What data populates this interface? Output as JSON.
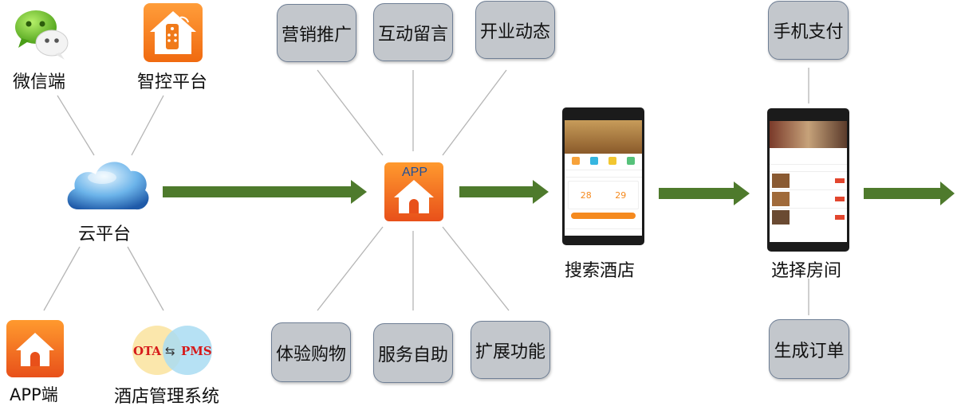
{
  "sources": {
    "wechat": "微信端",
    "smart_control": "智控平台",
    "cloud": "云平台",
    "app_end": "APP端",
    "hotel_mgmt": "酒店管理系统",
    "ota": "OTA",
    "pms": "PMS"
  },
  "app_hub": {
    "label": "APP",
    "features_top": [
      "营销推广",
      "互动留言",
      "开业动态"
    ],
    "features_bottom": [
      "体验购物",
      "服务自助",
      "扩展功能"
    ]
  },
  "flow": {
    "search_hotel": "搜索酒店",
    "choose_room": "选择房间",
    "mobile_pay": "手机支付",
    "create_order": "生成订单"
  },
  "colors": {
    "arrow": "#4e7a2c",
    "box_fill": "#c3c7cc",
    "app_orange": "#ff7a1a"
  },
  "icons": [
    "wechat-icon",
    "smart-home-icon",
    "cloud-icon",
    "app-house-icon",
    "ota-pms-icon",
    "phone-screenshot"
  ]
}
